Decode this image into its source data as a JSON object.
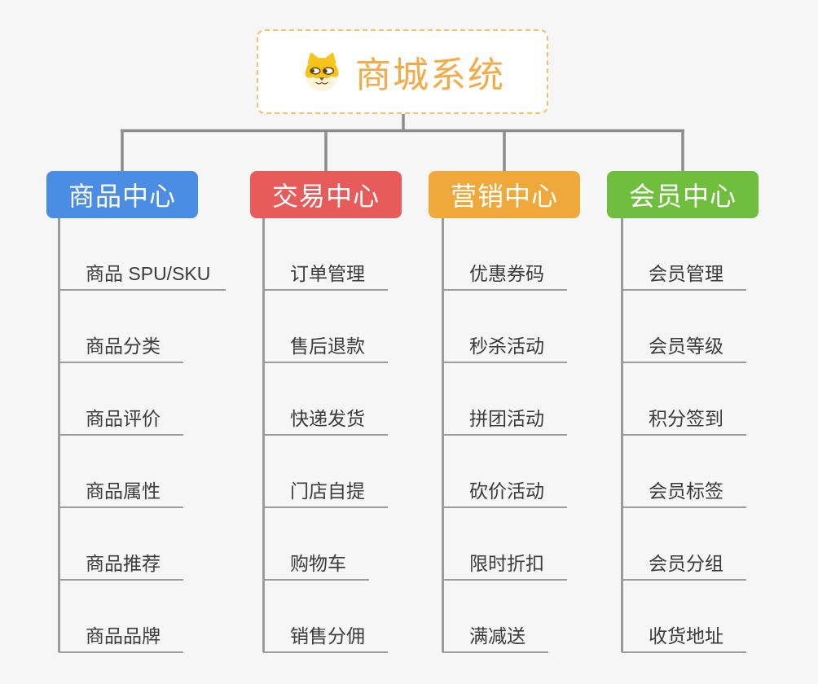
{
  "page": {
    "background": "#f6f6f6"
  },
  "root": {
    "title": "商城系统",
    "icon": "dog-face-icon",
    "title_color": "#f2ab47",
    "border_color": "#f6c169"
  },
  "connectors": {
    "bus_color": "#8c8c8c",
    "trunk_color": "#9b9b9b",
    "underline_color": "#9b9b9b"
  },
  "text_color": "#3b3b3b",
  "branches": [
    {
      "label": "商品中心",
      "color": "#4b8de4",
      "children": [
        "商品 SPU/SKU",
        "商品分类",
        "商品评价",
        "商品属性",
        "商品推荐",
        "商品品牌"
      ]
    },
    {
      "label": "交易中心",
      "color": "#e75b5a",
      "children": [
        "订单管理",
        "售后退款",
        "快递发货",
        "门店自提",
        "购物车",
        "销售分佣"
      ]
    },
    {
      "label": "营销中心",
      "color": "#efa93a",
      "children": [
        "优惠券码",
        "秒杀活动",
        "拼团活动",
        "砍价活动",
        "限时折扣",
        "满减送"
      ]
    },
    {
      "label": "会员中心",
      "color": "#70be3e",
      "children": [
        "会员管理",
        "会员等级",
        "积分签到",
        "会员标签",
        "会员分组",
        "收货地址"
      ]
    }
  ]
}
